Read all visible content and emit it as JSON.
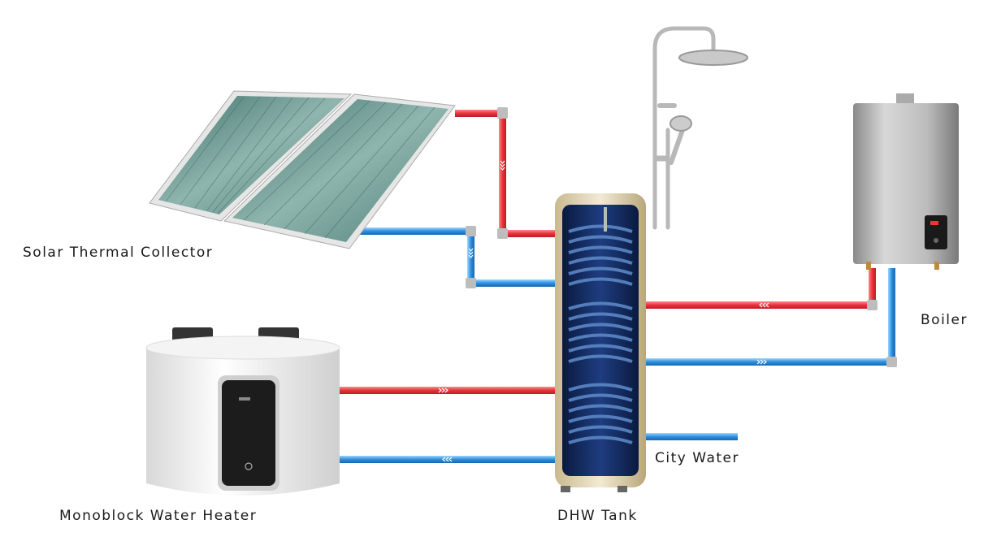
{
  "labels": {
    "solar": "Solar Thermal Collector",
    "heater": "Monoblock Water Heater",
    "tank": "DHW Tank",
    "city_water": "City Water",
    "boiler": "Boiler"
  },
  "colors": {
    "hot": "#e8323c",
    "cold": "#2a8fe0",
    "tank_shell": "#e8dcc0",
    "tank_inner": "#12285a"
  }
}
